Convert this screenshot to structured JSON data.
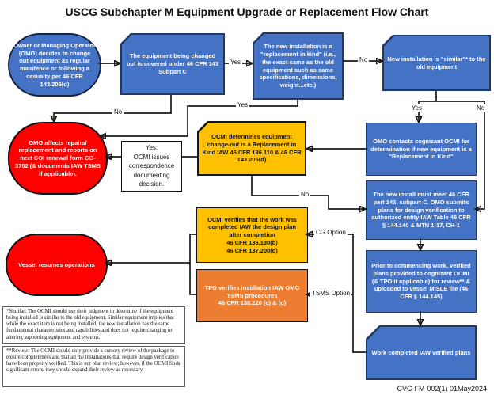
{
  "title": "USCG Subchapter M Equipment Upgrade or Replacement Flow Chart",
  "footer": "CVC-FM-002(1) 01May2024",
  "colors": {
    "box_blue": "#4472C4",
    "box_blue_border": "#1F3864",
    "terminal_red": "#FF0000",
    "decision_gold": "#FFC000",
    "tpo_orange": "#ED7D31",
    "line_black": "#1a1a1a"
  },
  "nodes": {
    "start": "Owner or Managing Operator (OMO) decides to change out equipment as regular maintence or following a casualty per 46 CFR 143.205(d)",
    "covered": "The equipment being changed out is covered under 46 CFR 143 Subpart C",
    "rik": "The new installation is a \"replacement in kind\" (i.e., the exact same as the old equipment such as same specifications, dimensions, weight...etc.)",
    "similar": "New installation is \"similar\"* to the old equipment",
    "omo_repairs": "OMO affects repairs/ replacement and reports on next COI renewal form CG-3752 (& documents IAW TSMS if applicable).",
    "ocmi_note": "Yes:\nOCMI issues correspondence documenting decision.",
    "determines": "OCMI determines equipment change-out is a Replacement in Kind IAW 46 CFR 136.110 & 46 CFR 143.205(d)",
    "omo_contacts": "OMO contacts cognizant OCMI for determination if new equipment is a \"Replacement in Kind\"",
    "new_install": "The new install must meet 46 CFR part 143, subpart C. OMO submits plans for design verification to authorized entity IAW Table 46 CFR § 144.140 & MTN 1-17, CH-1",
    "prior_work": "Prior to commencing work, verified plans provided to cognizant OCMI (& TPO if applicable) for review** & uploaded to vessel MISLE file (46 CFR § 144.145)",
    "work_completed": "Work completed IAW verified plans",
    "ocmi_verifies": "OCMI verifies that the work was completed IAW the design plan after completion\n46 CFR 136.130(b)\n46 CFR 137.200(d)",
    "tpo_verifies": "TPO verifies instillation IAW OMO TSMS procedures\n46 CFR 138.220 (c) & (d)",
    "vessel_resumes": "Vessel resumes operations"
  },
  "edge_labels": {
    "covered_yes": "Yes",
    "rik_no": "No",
    "covered_no": "No",
    "rik_yes": "Yes",
    "similar_yes": "Yes",
    "similar_no": "No",
    "determines_no": "No",
    "cg_option": "CG Option",
    "tsms_option": "TSMS Option"
  },
  "footnotes": [
    "*Similar: The OCMI should use their judgment to determine if the equipment being installed is similar to the old equipment. Similar equipment implies that while the exact item is not being installed, the new installation has the same fundamental characteristics and capabilities and does not require changing or altering supporting equipment and systems.",
    "**Review: The OCMI should only provide a cursory review of the package to ensure completeness and that all the installations that require design verification have been properly verified. This is not plan review; however, if the OCMI finds significant errors, they should expand their review as necessary."
  ]
}
